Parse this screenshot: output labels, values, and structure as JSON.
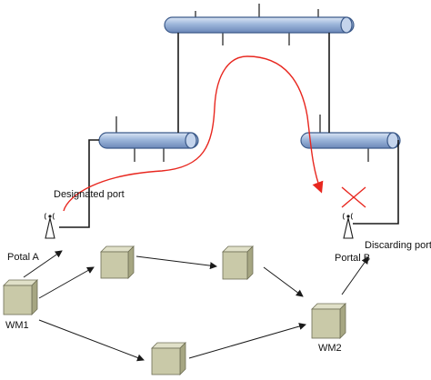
{
  "labels": {
    "designated_port": "Designated port",
    "portal_a": "Potal A",
    "portal_b": "Portal B",
    "discarding_port": "Discarding port",
    "wm1": "WM1",
    "wm2": "WM2"
  },
  "colors": {
    "bus_fill": "#9db6da",
    "bus_stroke": "#3c5a8a",
    "box_front": "#c9c9a8",
    "box_side": "#a6a682",
    "box_top": "#e0e0c8",
    "path": "#e8271f",
    "block_mark": "#e8271f"
  },
  "icons": [
    "antenna-icon",
    "blocked-x-icon",
    "arrowhead-icon"
  ]
}
